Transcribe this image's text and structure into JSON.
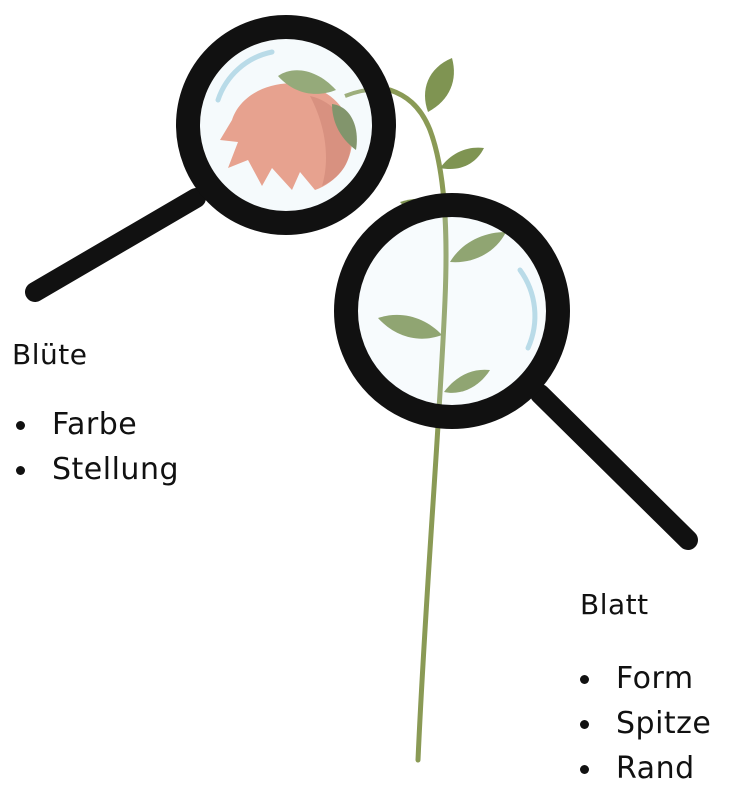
{
  "labels": {
    "bluete": {
      "heading": "Blüte",
      "items": [
        "Farbe",
        "Stellung"
      ]
    },
    "blatt": {
      "heading": "Blatt",
      "items": [
        "Form",
        "Spitze",
        "Rand"
      ]
    }
  },
  "colors": {
    "stem": "#8a9a55",
    "leaf": "#7f9452",
    "leaf_dark": "#66793f",
    "petal": "#ec8a6e",
    "petal_dark": "#d9735a",
    "magnifier_frame": "#111111",
    "lens_tint": "#d6ecf5"
  },
  "icons": [
    "magnifying-glass-icon",
    "flower-icon",
    "leaf-icon"
  ]
}
